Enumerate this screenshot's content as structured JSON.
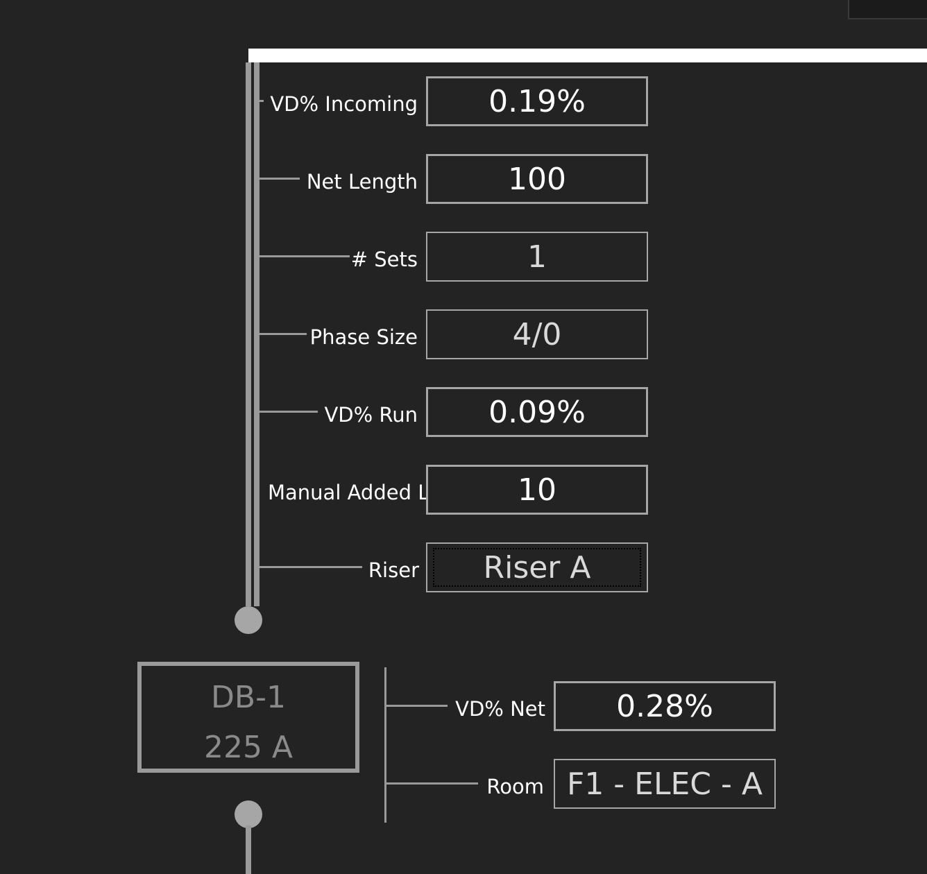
{
  "run_fields": [
    {
      "key": "vd_incoming",
      "label": "VD% Incoming",
      "value": "0.19%"
    },
    {
      "key": "net_length",
      "label": "Net Length",
      "value": "100"
    },
    {
      "key": "sets",
      "label": "# Sets",
      "value": "1"
    },
    {
      "key": "phase_size",
      "label": "Phase Size",
      "value": "4/0"
    },
    {
      "key": "vd_run",
      "label": "VD% Run",
      "value": "0.09%"
    },
    {
      "key": "manual_added_length",
      "label": "Manual Added L",
      "value": "10"
    },
    {
      "key": "riser",
      "label": "Riser",
      "value": "Riser A"
    }
  ],
  "node": {
    "name": "DB-1",
    "rating": "225 A"
  },
  "node_fields": [
    {
      "key": "vd_net",
      "label": "VD% Net",
      "value": "0.28%"
    },
    {
      "key": "room",
      "label": "Room",
      "value": "F1 - ELEC - A"
    }
  ],
  "colors": {
    "background": "#232323",
    "line": "#9a9a9a",
    "border": "#a6a6a6",
    "text": "#ffffff",
    "muted_text": "#8a8a8a",
    "highlight": "#ffffff"
  }
}
